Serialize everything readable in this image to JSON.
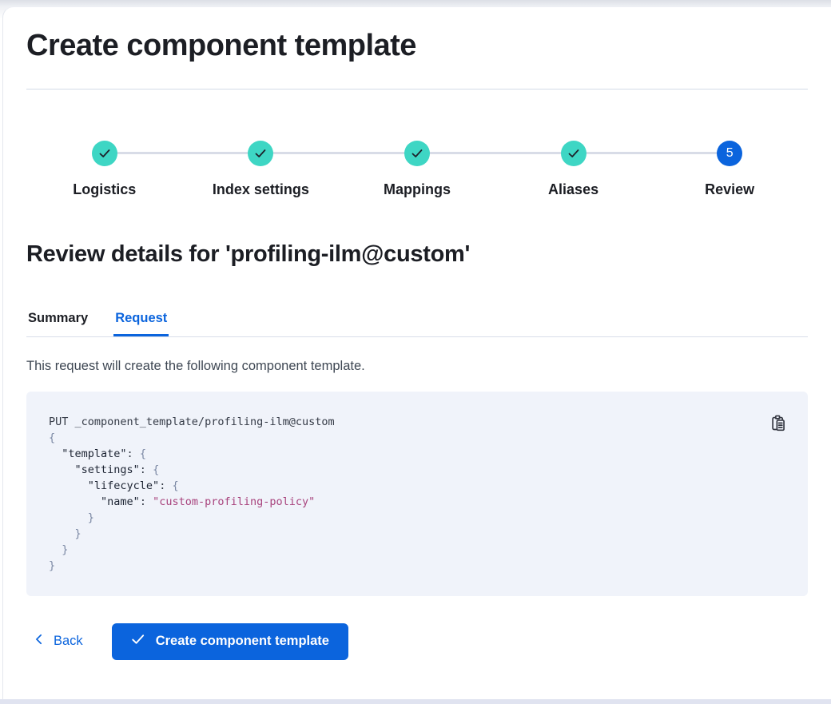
{
  "page": {
    "title": "Create component template"
  },
  "steps": {
    "items": [
      {
        "label": "Logistics",
        "status": "complete",
        "icon": "check-icon"
      },
      {
        "label": "Index settings",
        "status": "complete",
        "icon": "check-icon"
      },
      {
        "label": "Mappings",
        "status": "complete",
        "icon": "check-icon"
      },
      {
        "label": "Aliases",
        "status": "complete",
        "icon": "check-icon"
      },
      {
        "label": "Review",
        "status": "current",
        "number": "5"
      }
    ]
  },
  "review": {
    "heading": "Review details for 'profiling-ilm@custom'",
    "tabs": [
      {
        "label": "Summary",
        "active": false
      },
      {
        "label": "Request",
        "active": true
      }
    ],
    "description": "This request will create the following component template."
  },
  "code_block": {
    "copy_icon": "copy-clipboard-icon",
    "lines": [
      [
        {
          "c": "plain",
          "t": "PUT _component_template/profiling-ilm@custom"
        }
      ],
      [
        {
          "c": "punct",
          "t": "{"
        }
      ],
      [
        {
          "c": "plain",
          "t": "  "
        },
        {
          "c": "key",
          "t": "\"template\""
        },
        {
          "c": "plain",
          "t": ": "
        },
        {
          "c": "punct",
          "t": "{"
        }
      ],
      [
        {
          "c": "plain",
          "t": "    "
        },
        {
          "c": "key",
          "t": "\"settings\""
        },
        {
          "c": "plain",
          "t": ": "
        },
        {
          "c": "punct",
          "t": "{"
        }
      ],
      [
        {
          "c": "plain",
          "t": "      "
        },
        {
          "c": "key",
          "t": "\"lifecycle\""
        },
        {
          "c": "plain",
          "t": ": "
        },
        {
          "c": "punct",
          "t": "{"
        }
      ],
      [
        {
          "c": "plain",
          "t": "        "
        },
        {
          "c": "key",
          "t": "\"name\""
        },
        {
          "c": "plain",
          "t": ": "
        },
        {
          "c": "string",
          "t": "\"custom-profiling-policy\""
        }
      ],
      [
        {
          "c": "punct",
          "t": "      }"
        }
      ],
      [
        {
          "c": "punct",
          "t": "    }"
        }
      ],
      [
        {
          "c": "punct",
          "t": "  }"
        }
      ],
      [
        {
          "c": "punct",
          "t": "}"
        }
      ]
    ]
  },
  "footer": {
    "back_label": "Back",
    "submit_label": "Create component template"
  },
  "colors": {
    "primary_blue": "#0b64dd",
    "step_complete_teal": "#3ed6c4",
    "code_background": "#f0f3fa",
    "code_string_pink": "#a8437d",
    "text_dark": "#1c1e24",
    "divider_gray": "#d3dae6"
  }
}
